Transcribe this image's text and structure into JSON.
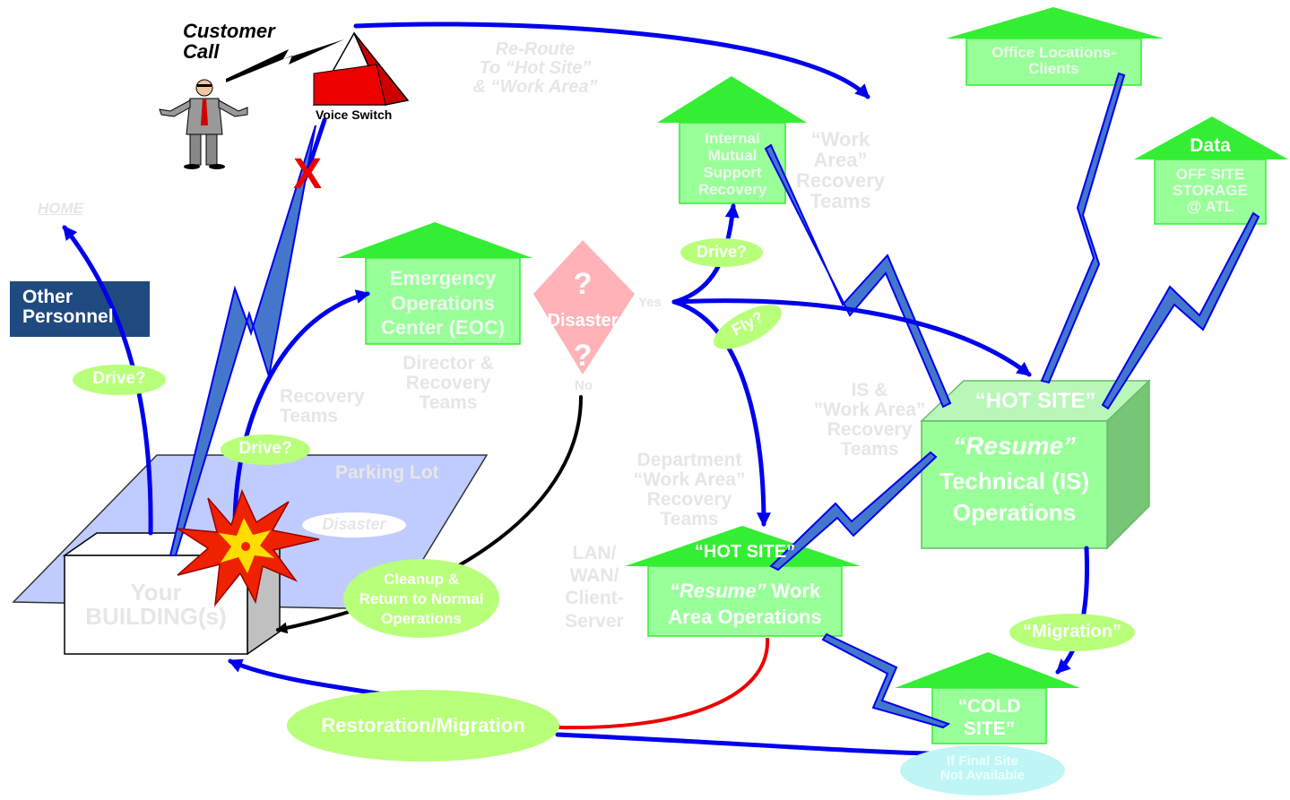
{
  "colors": {
    "arrow": "#0000ee",
    "box": "#99ff99",
    "roof": "#33ee33",
    "lightning": "#3366cc",
    "cube_side": "#66bb66",
    "red": "#ee0000",
    "parking": "#c0ccff",
    "oval": "#b8ff7a"
  },
  "customer_call": {
    "line1": "Customer",
    "line2": "Call"
  },
  "voice_switch": "Voice Switch",
  "cut_mark": "X",
  "reroute": {
    "l1": "Re-Route",
    "l2": "To “Hot Site”",
    "l3": "& “Work Area”"
  },
  "home": "HOME",
  "other_personnel": {
    "l1": "Other",
    "l2": "Personnel"
  },
  "drive_left": "Drive?",
  "drive_mid": "Drive?",
  "drive_top": "Drive?",
  "fly": "Fly?",
  "eoc": {
    "l1": "Emergency",
    "l2": "Operations",
    "l3": "Center (EOC)"
  },
  "director": {
    "l1": "Director &",
    "l2": "Recovery",
    "l3": "Teams"
  },
  "recovery_teams": {
    "l1": "Recovery",
    "l2": "Teams"
  },
  "decision": {
    "q1": "?",
    "label": "Disaster",
    "q2": "?",
    "yes": "Yes",
    "no": "No"
  },
  "internal": {
    "l1": "Internal",
    "l2": "Mutual",
    "l3": "Support",
    "l4": "Recovery"
  },
  "work_area_teams": {
    "l1": "“Work",
    "l2": "Area”",
    "l3": "Recovery",
    "l4": "Teams"
  },
  "office": {
    "l1": "Office Locations-",
    "l2": "Clients"
  },
  "data": {
    "title": "Data",
    "l1": "OFF  SITE",
    "l2": "STORAGE",
    "l3": "@ ATL"
  },
  "hot_site_cube": {
    "title": "“HOT SITE”",
    "resume": "“Resume”",
    "l1": "Technical (IS)",
    "l2": "Operations"
  },
  "is_teams": {
    "l1": "IS &",
    "l2": "”Work Area”",
    "l3": "Recovery",
    "l4": "Teams"
  },
  "dept_teams": {
    "l1": "Department",
    "l2": "“Work Area”",
    "l3": "Recovery",
    "l4": "Teams"
  },
  "lan": {
    "l1": "LAN/",
    "l2": "WAN/",
    "l3": "Client-",
    "l4": "Server"
  },
  "hot_site_work": {
    "title": "“HOT SITE”",
    "resume": "“Resume”",
    "work": " Work",
    "l2": "Area Operations"
  },
  "parking": "Parking Lot",
  "disaster_oval": "Disaster",
  "building": {
    "l1": "Your",
    "l2": "BUILDING(s)"
  },
  "cleanup": {
    "l1": "Cleanup &",
    "l2": "Return to Normal",
    "l3": "Operations"
  },
  "restoration": "Restoration/Migration",
  "migration": "“Migration”",
  "cold_site": {
    "l1": "“COLD",
    "l2": "SITE”"
  },
  "final_site": {
    "l1": "If Final Site",
    "l2": "Not Available"
  }
}
